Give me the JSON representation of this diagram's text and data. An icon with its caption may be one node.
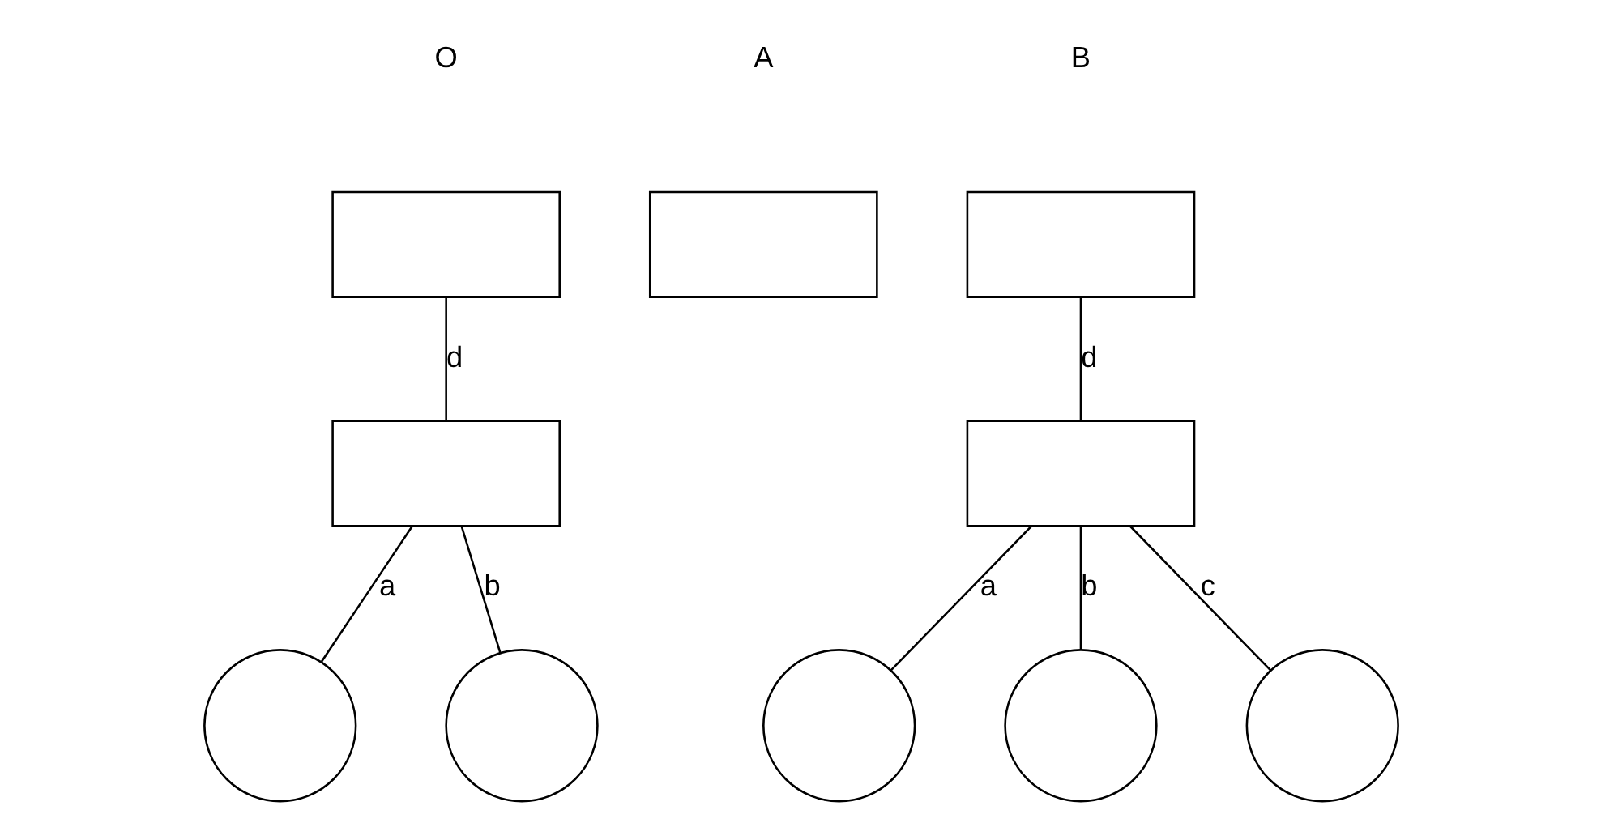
{
  "diagram": {
    "nodes": [
      {
        "text": [],
        "shape": "box"
      },
      {
        "text": [],
        "shape": "box"
      },
      {
        "text": [],
        "shape": "circle"
      },
      {
        "text": [],
        "shape": "circle"
      },
      {
        "text": [],
        "shape": "box"
      },
      {
        "text": [],
        "shape": "box"
      },
      {
        "text": [],
        "shape": "box"
      },
      {
        "text": [],
        "shape": "circle"
      },
      {
        "text": [],
        "shape": "circle"
      },
      {
        "text": [],
        "shape": "circle"
      }
    ],
    "edges": [
      {
        "from": 0,
        "to": 1,
        "arrow": "none",
        "label": "d"
      },
      {
        "from": 1,
        "to": 2,
        "arrow": "none",
        "label": "a"
      },
      {
        "from": 1,
        "to": 3,
        "arrow": "none",
        "label": "b"
      },
      {
        "from": 5,
        "to": 6,
        "arrow": "none",
        "label": "d"
      },
      {
        "from": 6,
        "to": 7,
        "arrow": "none",
        "label": "a"
      },
      {
        "from": 6,
        "to": 8,
        "arrow": "none",
        "label": "b"
      },
      {
        "from": 6,
        "to": 9,
        "arrow": "none",
        "label": "c"
      }
    ],
    "labels": [
      "O",
      "A",
      "B"
    ]
  }
}
